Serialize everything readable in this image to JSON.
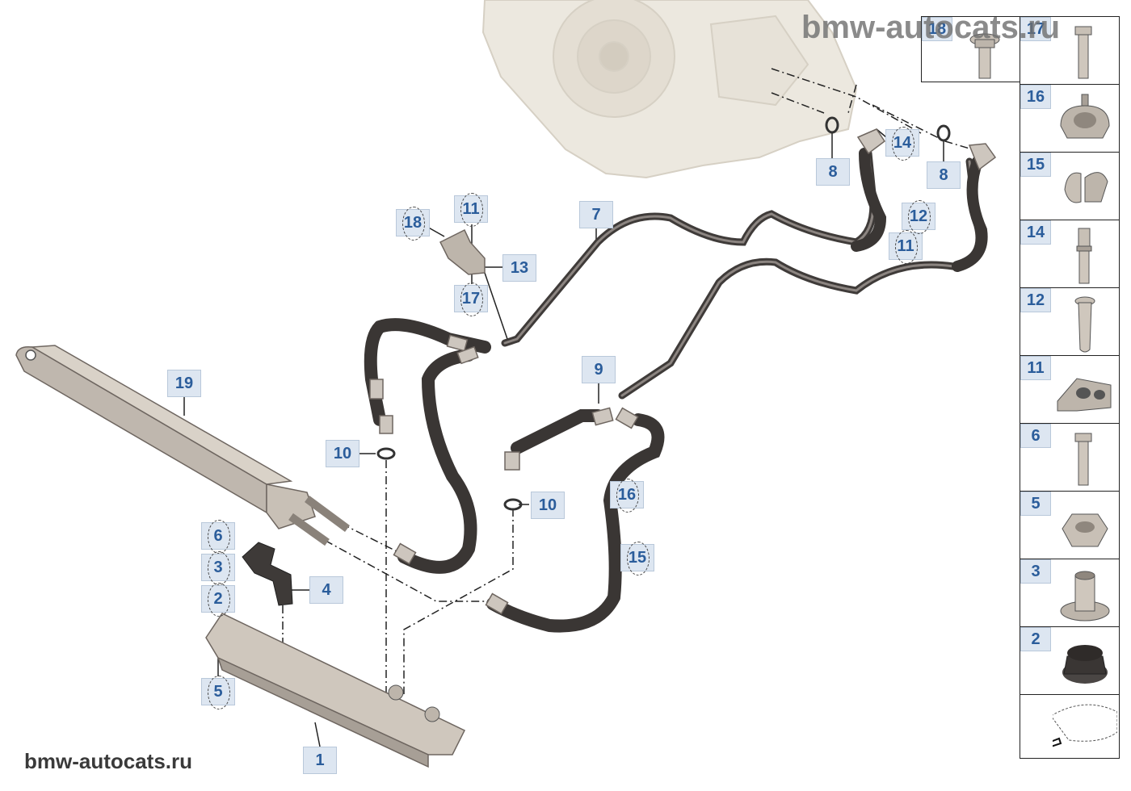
{
  "watermark": {
    "top": "bmw-autocats.ru",
    "bottom": "bmw-autocats.ru"
  },
  "callouts": [
    {
      "label": "1"
    },
    {
      "label": "2"
    },
    {
      "label": "3"
    },
    {
      "label": "4"
    },
    {
      "label": "5"
    },
    {
      "label": "6"
    },
    {
      "label": "7"
    },
    {
      "label": "8"
    },
    {
      "label": "8"
    },
    {
      "label": "9"
    },
    {
      "label": "10"
    },
    {
      "label": "10"
    },
    {
      "label": "11"
    },
    {
      "label": "11"
    },
    {
      "label": "12"
    },
    {
      "label": "13"
    },
    {
      "label": "14"
    },
    {
      "label": "15"
    },
    {
      "label": "16"
    },
    {
      "label": "17"
    },
    {
      "label": "18"
    },
    {
      "label": "19"
    }
  ],
  "legend": {
    "top_item": {
      "label": "18",
      "icon": "flange-bolt-icon"
    },
    "items": [
      {
        "label": "17",
        "icon": "hex-bolt-icon"
      },
      {
        "label": "16",
        "icon": "pipe-clamp-icon"
      },
      {
        "label": "15",
        "icon": "clip-icon"
      },
      {
        "label": "14",
        "icon": "stud-bolt-icon"
      },
      {
        "label": "12",
        "icon": "expanding-rivet-icon"
      },
      {
        "label": "11",
        "icon": "pipe-holder-icon"
      },
      {
        "label": "6",
        "icon": "hex-bolt-icon"
      },
      {
        "label": "5",
        "icon": "hex-nut-icon"
      },
      {
        "label": "3",
        "icon": "spacer-nut-icon"
      },
      {
        "label": "2",
        "icon": "rubber-mount-icon"
      },
      {
        "label": "",
        "icon": "vehicle-position-icon"
      }
    ]
  },
  "colors": {
    "callout_bg": "#dde6f1",
    "callout_text": "#2b5d9b",
    "pipe": "#4a4644",
    "transmission": "#e9e4da"
  }
}
